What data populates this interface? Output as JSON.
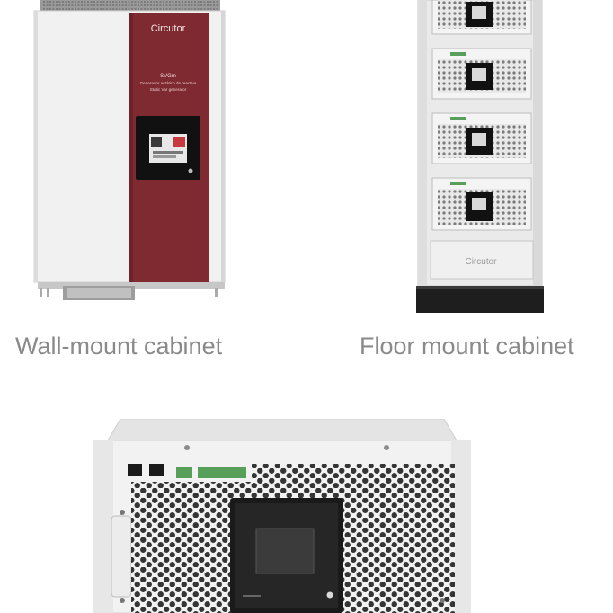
{
  "captions": {
    "wall": "Wall-mount cabinet",
    "floor": "Floor mount cabinet"
  },
  "wall_unit": {
    "brand": "Circutor",
    "model": "SVGm",
    "subtitle_es": "Generador estático de reactiva",
    "subtitle_en": "Static Var generator",
    "panel_color": "#7e2a30"
  },
  "floor_unit": {
    "brand": "Circutor"
  },
  "colors": {
    "caption": "#8a8a8a",
    "cabinet_body": "#e9e9e9",
    "terminal_green": "#58a05a"
  }
}
